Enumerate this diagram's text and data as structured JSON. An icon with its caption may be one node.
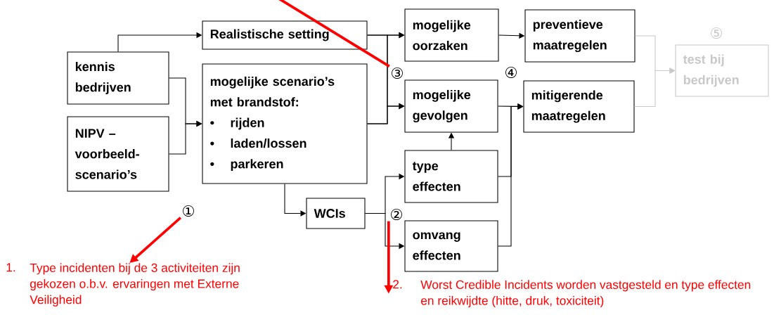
{
  "diagram": {
    "nodes": [
      {
        "text": [
          "Realistische setting"
        ]
      },
      {
        "text": [
          "kennis bedrijven"
        ]
      },
      {
        "text": [
          "NIPV – voorbeeld-scenario’s"
        ]
      },
      {
        "text": [
          "mogelijke scenario’s met brandstof:",
          "•",
          "rijden",
          "•",
          "laden/lossen",
          "•",
          "parkeren"
        ]
      },
      {
        "text": [
          "WCIs"
        ]
      },
      {
        "text": [
          "mogelijke oorzaken"
        ]
      },
      {
        "text": [
          "mogelijke gevolgen"
        ]
      },
      {
        "text": [
          "type effecten"
        ]
      },
      {
        "text": [
          "omvang effecten"
        ]
      },
      {
        "text": [
          "preventieve maatregelen"
        ]
      },
      {
        "text": [
          "mitigerende maatregelen"
        ]
      },
      {
        "text": [
          "test bij bedrijven"
        ]
      },
      {
        "text": [
          "①"
        ]
      },
      {
        "text": [
          "②"
        ]
      },
      {
        "text": [
          "③"
        ]
      },
      {
        "text": [
          "④"
        ]
      },
      {
        "text": [
          "⑤"
        ]
      },
      {
        "text": [
          "1.",
          "Type incidenten bij de 3 activiteiten zijn gekozen o.b.v. ervaringen met Externe Veiligheid"
        ]
      },
      {
        "text": [
          "2.",
          "Worst Credible Incidents worden vastgesteld en type effecten en reikwijdte (hitte, druk, toxiciteit)"
        ]
      }
    ],
    "edges": [
      {
        "from": 1,
        "to": 0,
        "arrow": "to"
      },
      {
        "from": 1,
        "to": 3,
        "arrow": "to"
      },
      {
        "from": 2,
        "to": 3,
        "arrow": "to"
      },
      {
        "from": 0,
        "to": 5,
        "arrow": "to"
      },
      {
        "from": 0,
        "to": 6,
        "arrow": "to"
      },
      {
        "from": 3,
        "to": 5,
        "arrow": "to"
      },
      {
        "from": 3,
        "to": 6,
        "arrow": "to"
      },
      {
        "from": 3,
        "to": 4,
        "arrow": "to"
      },
      {
        "from": 4,
        "to": 7,
        "arrow": "to"
      },
      {
        "from": 4,
        "to": 8,
        "arrow": "to"
      },
      {
        "from": 7,
        "to": 6,
        "arrow": "to"
      },
      {
        "from": 5,
        "to": 9,
        "arrow": "to"
      },
      {
        "from": 6,
        "to": 10,
        "arrow": "to"
      },
      {
        "from": 7,
        "to": 10,
        "arrow": "to"
      },
      {
        "from": 8,
        "to": 10,
        "arrow": "to"
      },
      {
        "from": 9,
        "to": 11,
        "arrow": "to",
        "color": "#c8c8c8"
      },
      {
        "from": 10,
        "to": 11,
        "arrow": "to",
        "color": "#c8c8c8"
      },
      {
        "from": 12,
        "to": 17,
        "arrow": "to",
        "style": "thick",
        "color": "#ff0000"
      },
      {
        "from": 13,
        "to": 18,
        "arrow": "to",
        "style": "thick",
        "color": "#ff0000"
      },
      {
        "from": null,
        "to": 14,
        "arrow": "none",
        "style": "thick",
        "color": "#ff0000"
      }
    ]
  }
}
